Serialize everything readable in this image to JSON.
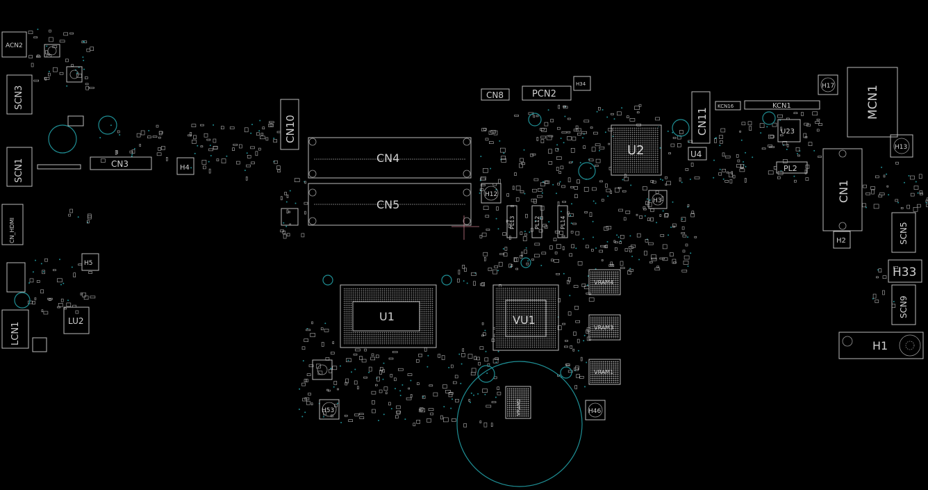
{
  "view": {
    "background": "#000000",
    "outline_color": "#bdbdbd",
    "via_color": "#1f8f95"
  },
  "labels": {
    "acn2": "ACN2",
    "scn3": "SCN3",
    "scn1": "SCN1",
    "cn_hdmi": "CN_HDMI",
    "lcn1": "LCN1",
    "lu2": "LU2",
    "cn3": "CN3",
    "h4": "H4",
    "h5": "H5",
    "cn10": "CN10",
    "cn4": "CN4",
    "cn5": "CN5",
    "u1": "U1",
    "vu1": "VU1",
    "cn8": "CN8",
    "pcn2": "PCN2",
    "h34": "H34",
    "h12": "H12",
    "h3": "H3",
    "u2": "U2",
    "cn11": "CN11",
    "u4": "U4",
    "kcn16": "KCN16",
    "kcn1": "KCN1",
    "u23": "U23",
    "pl2": "PL2",
    "mcn1": "MCN1",
    "h17": "H17",
    "h13": "H13",
    "cn1": "CN1",
    "scn5": "SCN5",
    "h2": "H2",
    "h33": "H33",
    "scn9": "SCN9",
    "h1": "H1",
    "vram4": "VRAM4",
    "vram3": "VRAM3",
    "vram1": "VRAM1",
    "vram2": "VRAM2",
    "h53": "H53",
    "h46": "H46",
    "pl13": "PL13",
    "pl12": "PL12",
    "pl14": "PL14"
  }
}
